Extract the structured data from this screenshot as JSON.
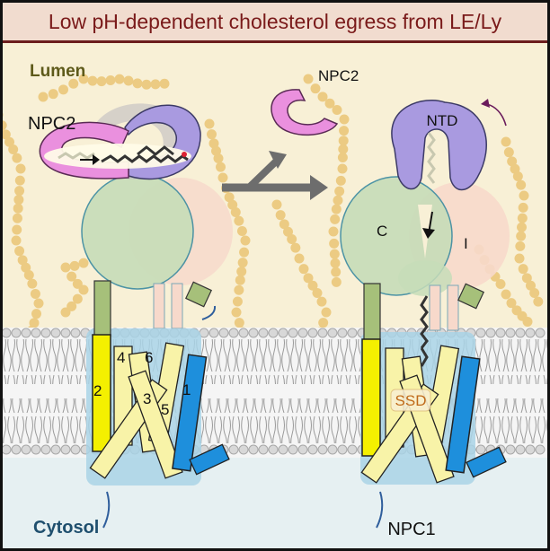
{
  "title": "Low pH-dependent cholesterol egress from LE/Ly",
  "labels": {
    "lumen": "Lumen",
    "cytosol": "Cytosol",
    "npc2_left": "NPC2",
    "npc2_free": "NPC2",
    "ntd": "NTD",
    "domain_c": "C",
    "domain_i": "I",
    "ssd": "SSD",
    "npc1": "NPC1",
    "helix_numbers": [
      "2",
      "4",
      "6",
      "3",
      "5",
      "1"
    ]
  },
  "colors": {
    "title_text": "#7a1a1a",
    "title_bg": "#f1dccf",
    "lumen_bg": "#f8f0d6",
    "lumen_label": "#5e5a1a",
    "cytosol_label": "#1f4f6e",
    "cytosol_bg": "#e6f0f2",
    "npc2": "#ea90de",
    "ntd": "#a99ae0",
    "middle_domain_c": "#c7ddb9",
    "middle_domain_i": "#f7d9cb",
    "ssd_label": "#c06a1a",
    "helix_yellow": "#f4f000",
    "helix_pale": "#f8f3a8",
    "helix_blue": "#1e8fdc",
    "membrane_box": "#a9d3e6",
    "beads": "#ebc575",
    "arrow": "#6d6d6d",
    "rotation_arrow": "#6a1b5c"
  },
  "icons": [
    "cholesterol-molecule-icon",
    "transfer-arrow-icon",
    "rotation-arrow-icon",
    "lipid-bilayer-icon"
  ]
}
